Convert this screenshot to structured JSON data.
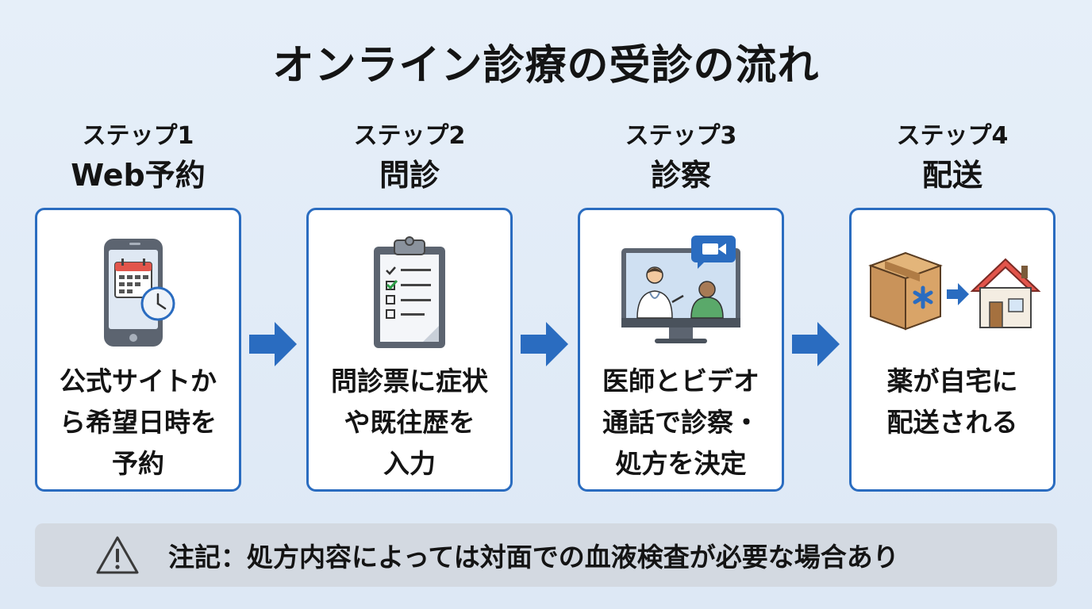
{
  "title": "オンライン診療の受診の流れ",
  "steps": [
    {
      "number": "ステップ1",
      "name": "Web予約",
      "icon": "smartphone-calendar-icon",
      "desc": [
        "公式サイトか",
        "ら希望日時を",
        "予約"
      ]
    },
    {
      "number": "ステップ2",
      "name": "問診",
      "icon": "clipboard-checklist-icon",
      "desc": [
        "問診票に症状",
        "や既往歴を",
        "入力"
      ]
    },
    {
      "number": "ステップ3",
      "name": "診察",
      "icon": "video-consultation-monitor-icon",
      "desc": [
        "医師とビデオ",
        "通話で診察・",
        "処方を決定"
      ]
    },
    {
      "number": "ステップ4",
      "name": "配送",
      "icon": "delivery-box-house-icon",
      "desc": [
        "薬が自宅に",
        "配送される"
      ]
    }
  ],
  "note": {
    "icon": "warning-triangle-icon",
    "text": "注記：処方内容によっては対面での血液検査が必要な場合あり"
  },
  "colors": {
    "accent": "#2a6cc0",
    "background": "#e3edf8",
    "note_bg": "#d3d9e1"
  }
}
